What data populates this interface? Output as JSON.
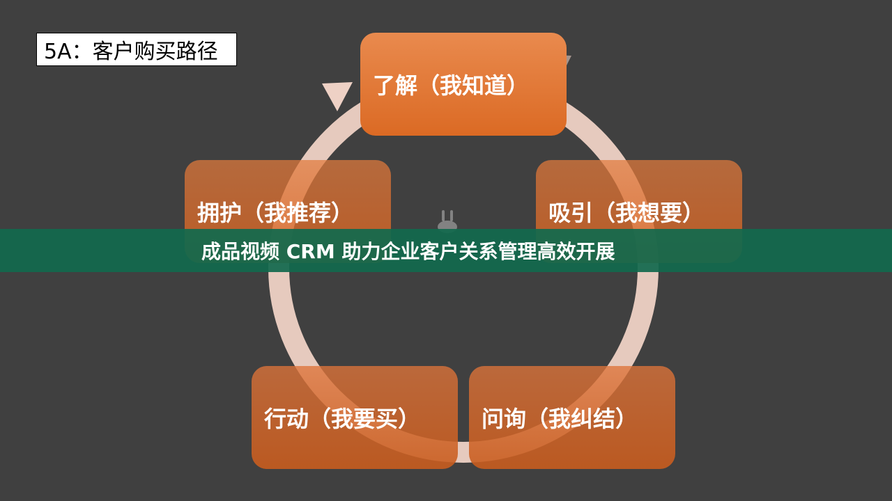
{
  "title": "5A：客户购买路径",
  "stages": {
    "aware": "了解（我知道）",
    "appeal": "吸引（我想要）",
    "ask": "问询（我纠结）",
    "act": "行动（我要买）",
    "advocate": "拥护（我推荐）"
  },
  "banner": "成品视频 CRM 助力企业客户关系管理高效开展",
  "colors": {
    "background": "#404040",
    "box_orange": "#db6a24",
    "ring": "#f8d9cc",
    "banner": "#12694e"
  }
}
